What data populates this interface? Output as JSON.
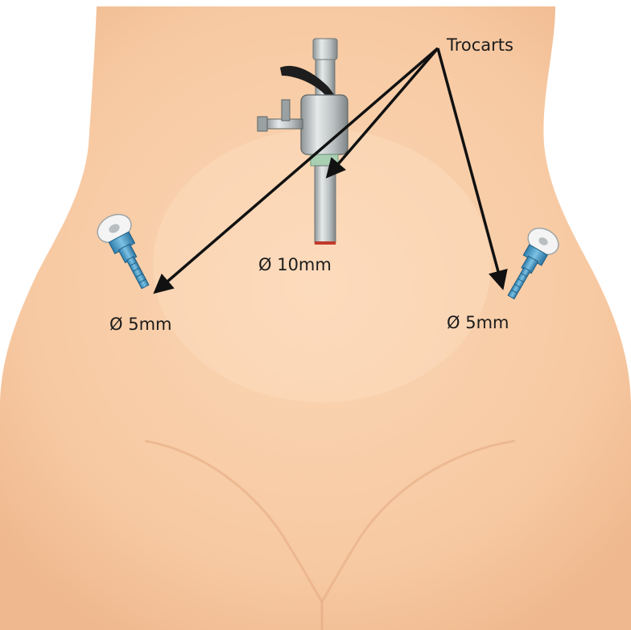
{
  "diagram": {
    "title_label": "Trocarts",
    "center_trocar_label": "Ø 10mm",
    "left_trocar_label": "Ø 5mm",
    "right_trocar_label": "Ø 5mm"
  },
  "colors": {
    "skin": "#f8cba4",
    "skin_shade": "#e9b48c",
    "background": "#ffffff",
    "arrow": "#111111",
    "trocar_blue": "#4f9fc9",
    "trocar_metal": "#c7cbcc",
    "trocar_green": "#a9cfb3",
    "trocar_tip_red": "#c23a2a"
  },
  "icons": [
    "large-trocar-icon",
    "small-trocar-icon",
    "small-trocar-icon"
  ]
}
